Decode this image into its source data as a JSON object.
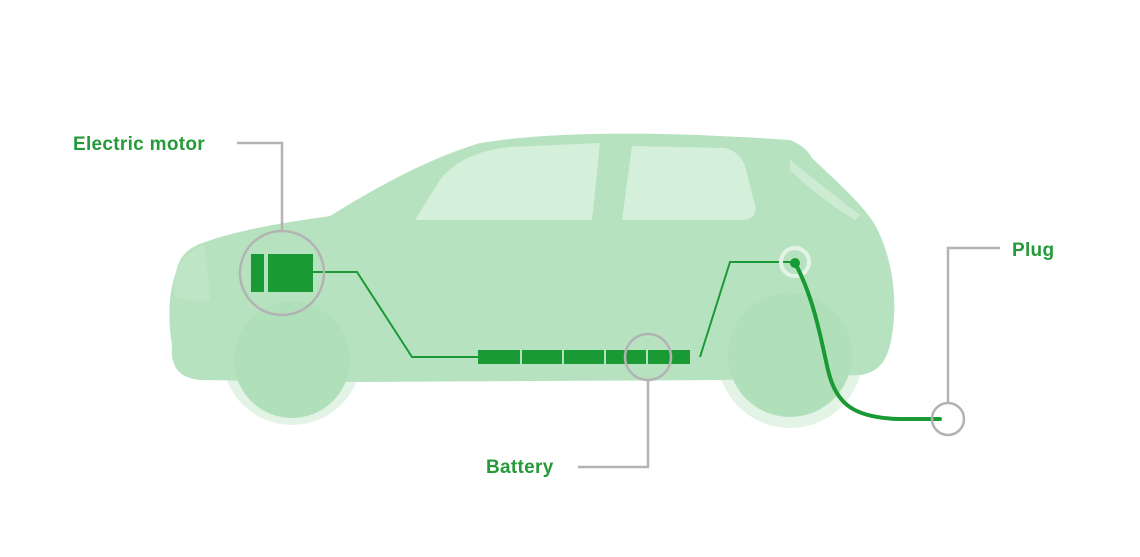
{
  "labels": {
    "motor": "Electric motor",
    "plug": "Plug",
    "battery": "Battery"
  },
  "colors": {
    "car_body": "#b7e2c0",
    "window": "#d4efda",
    "wheel": "#b0e0ba",
    "wheel_arch": "#e3f4e6",
    "accent": "#1a9a34",
    "label": "#249a38",
    "callout_line": "#b3b3b3"
  }
}
